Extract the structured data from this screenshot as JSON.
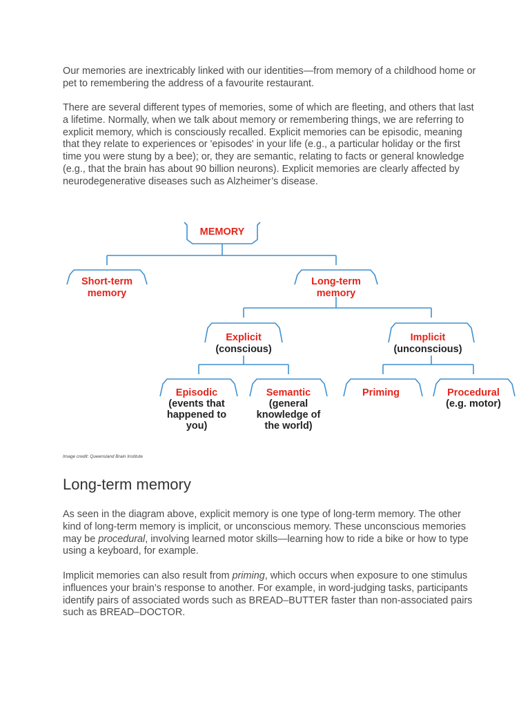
{
  "intro": {
    "para1": "Our memories are inextricably linked with our identities—from memory of a childhood home or pet to remembering the address of a favourite restaurant.",
    "para2": "There are several different types of memories, some of which are fleeting, and others that last a lifetime. Normally, when we talk about memory or remembering things, we are referring to explicit memory, which is consciously recalled. Explicit memories can be episodic, meaning that they relate to experiences or 'episodes' in your life (e.g., a particular holiday or the first time you were stung by a bee); or, they are semantic, relating to facts or general knowledge (e.g., that the brain has about 90 billion neurons). Explicit memories are clearly affected by neurodegenerative diseases such as Alzheimer’s disease."
  },
  "diagram": {
    "colors": {
      "bracket": "#3f8fce",
      "label": "#e3241b",
      "sublabel": "#222222"
    },
    "memory": "MEMORY",
    "short_term": [
      "Short-term",
      "memory"
    ],
    "long_term": [
      "Long-term",
      "memory"
    ],
    "explicit": {
      "label": "Explicit",
      "sub": "(conscious)"
    },
    "implicit": {
      "label": "Implicit",
      "sub": "(unconscious)"
    },
    "episodic": {
      "label": "Episodic",
      "sub": [
        "(events that",
        "happened to",
        "you)"
      ]
    },
    "semantic": {
      "label": "Semantic",
      "sub": [
        "(general",
        "knowledge of",
        "the world)"
      ]
    },
    "priming": {
      "label": "Priming"
    },
    "procedural": {
      "label": "Procedural",
      "sub": "(e.g. motor)"
    }
  },
  "caption": "Image credit: Queensland Brain Institute",
  "section": {
    "heading": "Long-term memory",
    "para1": {
      "before": "As seen in the diagram above, explicit memory is one type of long-term memory. The other kind of long-term memory is implicit, or unconscious memory. These unconscious memories may be ",
      "emph": "procedural",
      "after": ", involving learned motor skills—learning how to ride a bike or how to type using a keyboard, for example."
    },
    "para2": {
      "before": "Implicit memories can also result from ",
      "emph": "priming",
      "after": ", which occurs when exposure to one stimulus influences your brain’s response to another. For example, in word-judging tasks, participants identify pairs of associated words such as BREAD–BUTTER faster than non-associated pairs such as BREAD–DOCTOR."
    }
  }
}
